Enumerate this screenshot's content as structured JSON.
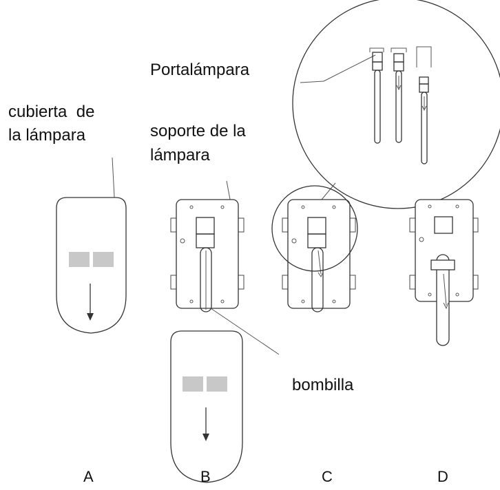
{
  "labels": {
    "portalampara": "Portalámpara",
    "cubierta_line1": "cubierta  de",
    "cubierta_line2": "la lámpara",
    "soporte_line1": "soporte de la",
    "soporte_line2": "lámpara",
    "bombilla": "bombilla"
  },
  "steps": [
    "A",
    "B",
    "C",
    "D"
  ],
  "colors": {
    "line": "#333333",
    "stripe": "#c8c8c8",
    "background": "#ffffff"
  }
}
